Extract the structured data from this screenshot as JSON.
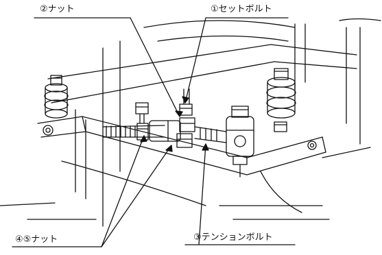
{
  "labels": {
    "nut_2": "②ナット",
    "set_bolt_1": "①セットボルト",
    "tension_bolt_3": "③テンションボルト",
    "nut_4_5": "④⑤ナット"
  },
  "colors": {
    "ink": "#111111",
    "background": "#ffffff"
  }
}
